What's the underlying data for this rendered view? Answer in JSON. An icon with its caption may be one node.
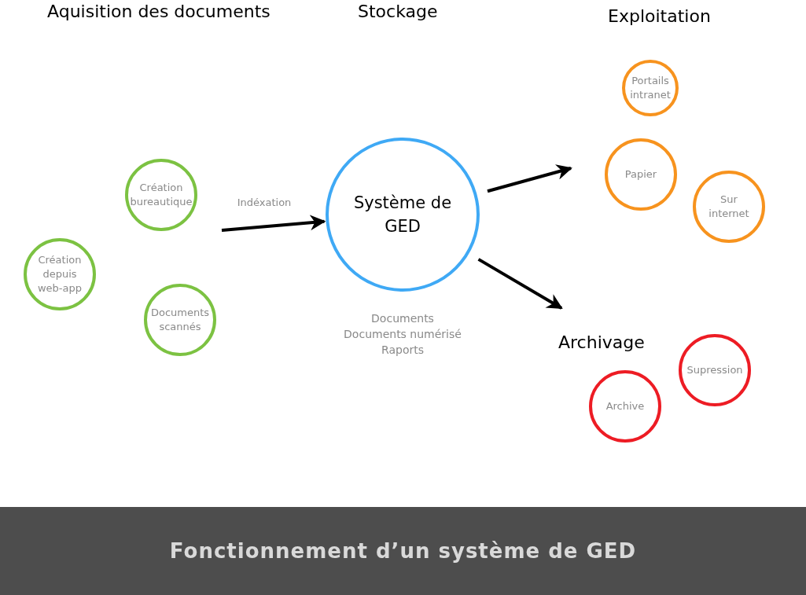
{
  "diagram": {
    "caption": "Fonctionnement d’un système de GED",
    "nodes": [
      {
        "text": [
          "Création bureautique"
        ]
      },
      {
        "text": [
          "Création depuis web-app"
        ]
      },
      {
        "text": [
          "Documents scannés"
        ]
      },
      {
        "text": [
          "Système de GED"
        ],
        "beside": [
          "Documents",
          "Documents numérisé",
          "Raports"
        ]
      },
      {
        "text": [
          "Portails intranet"
        ]
      },
      {
        "text": [
          "Papier"
        ]
      },
      {
        "text": [
          "Sur internet"
        ]
      },
      {
        "text": [
          "Supression"
        ]
      },
      {
        "text": [
          "Archive"
        ]
      }
    ],
    "edges": [
      {
        "from": null,
        "to": 3,
        "arrow": "to",
        "label": "Indéxation"
      },
      {
        "from": 3,
        "to": null,
        "arrow": "to"
      },
      {
        "from": 3,
        "to": null,
        "arrow": "to"
      }
    ],
    "labels": [
      "Aquisition des documents",
      "Stockage",
      "Exploitation",
      "Archivage"
    ]
  }
}
